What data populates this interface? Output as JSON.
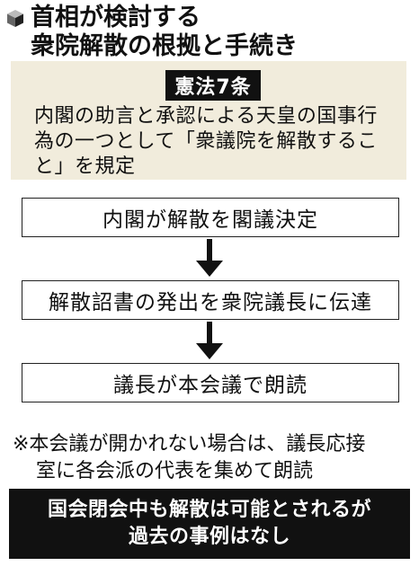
{
  "header": {
    "title_line1": "首相が検討する",
    "title_line2": "衆院解散の根拠と手続き"
  },
  "article": {
    "tag": "憲法7条",
    "text": "内閣の助言と承認による天皇の国事行為の一つとして「衆議院を解散すること」を規定"
  },
  "steps": [
    "内閣が解散を閣議決定",
    "解散詔書の発出を衆院議長に伝達",
    "議長が本会議で朗読"
  ],
  "note": {
    "line1": "※本会議が開かれない場合は、議長応接",
    "line2": "室に各会派の代表を集めて朗読"
  },
  "bottom": {
    "line1": "国会閉会中も解散は可能とされるが",
    "line2": "過去の事例はなし"
  }
}
